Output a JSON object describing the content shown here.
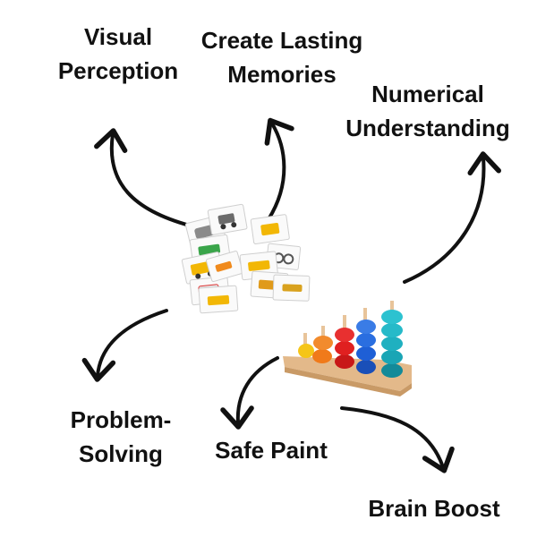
{
  "labels": {
    "visual_perception": [
      "Visual",
      "Perception"
    ],
    "create_lasting_memories": [
      "Create Lasting",
      "Memories"
    ],
    "numerical_understanding": [
      "Numerical",
      "Understanding"
    ],
    "problem_solving": [
      "Problem-",
      "Solving"
    ],
    "safe_paint": "Safe Paint",
    "brain_boost": "Brain Boost"
  },
  "colors": {
    "text": "#111111",
    "arrow": "#111111",
    "rings": [
      "#f5c518",
      "#f07a1a",
      "#e02020",
      "#1e5fd6",
      "#1aa5b5"
    ],
    "peg": "#e8c49a",
    "base": "#e3b98a"
  },
  "toys": {
    "stacker": {
      "pegs": 5,
      "rings_per_peg": [
        1,
        2,
        3,
        4,
        5
      ]
    },
    "picture_cards": {
      "count": 12
    }
  }
}
